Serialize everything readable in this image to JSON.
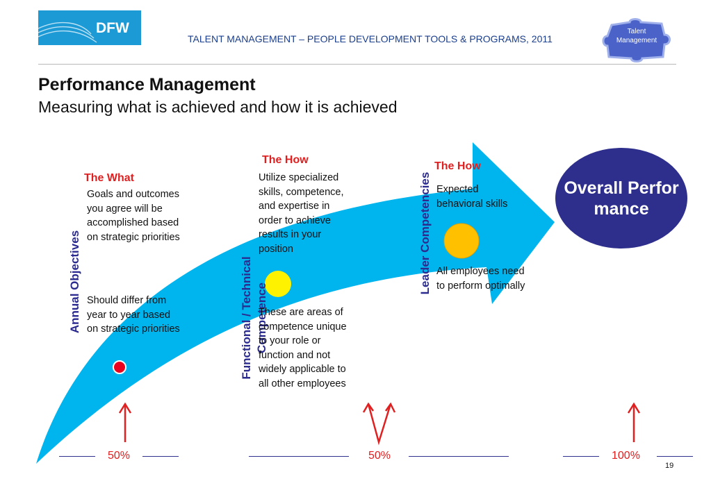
{
  "header": {
    "logo_text": "DFW",
    "title": "TALENT MANAGEMENT – PEOPLE DEVELOPMENT TOOLS & PROGRAMS, 2011",
    "badge_line1": "Talent",
    "badge_line2": "Management"
  },
  "slide": {
    "title": "Performance Management",
    "subtitle": "Measuring what is achieved and how it is achieved"
  },
  "sections": {
    "annual": {
      "heading": "The What",
      "vertical_label": "Annual Objectives",
      "text1": "Goals and outcomes you agree will be accomplished based on strategic priorities",
      "text2": "Should differ from year to year based on strategic priorities"
    },
    "functional": {
      "heading": "The How",
      "vertical_label": "Functional / Technical Competence",
      "text1": "Utilize specialized skills, competence, and expertise in order to achieve results in your position",
      "text2": "These are areas of competence unique to your role or function and not widely applicable to all other employees"
    },
    "leader": {
      "heading": "The How",
      "vertical_label": "Leader Competencies",
      "text1": "Expected behavioral skills",
      "text2": "All employees need to perform optimally"
    }
  },
  "overall": {
    "label": "Overall Performance"
  },
  "percentages": {
    "left": "50%",
    "middle": "50%",
    "right": "100%"
  },
  "colors": {
    "arrow": "#00b4ee",
    "dot_red": "#e8001c",
    "dot_yellow": "#fff200",
    "dot_orange": "#ffc000",
    "overall": "#2e2f8c",
    "accent_red": "#e02020",
    "navy": "#2b2b8f"
  },
  "page_number": "19"
}
